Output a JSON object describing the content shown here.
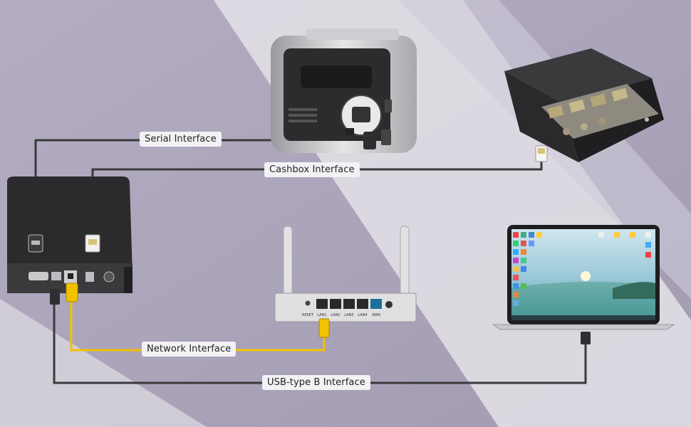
{
  "interfaces": {
    "serial": "Serial Interface",
    "cashbox": "Cashbox Interface",
    "network": "Network Interface",
    "usb": "USB-type B Interface"
  },
  "router_ports": {
    "reset": "RESET",
    "lan1": "LAN1",
    "lan2": "LAN2",
    "lan3": "LAN3",
    "lan4": "LAN4",
    "wan": "WAN"
  },
  "colors": {
    "cable_dark": "#3a3a3c",
    "cable_network": "#f2c200",
    "label_bg": "#f2f2f4"
  }
}
